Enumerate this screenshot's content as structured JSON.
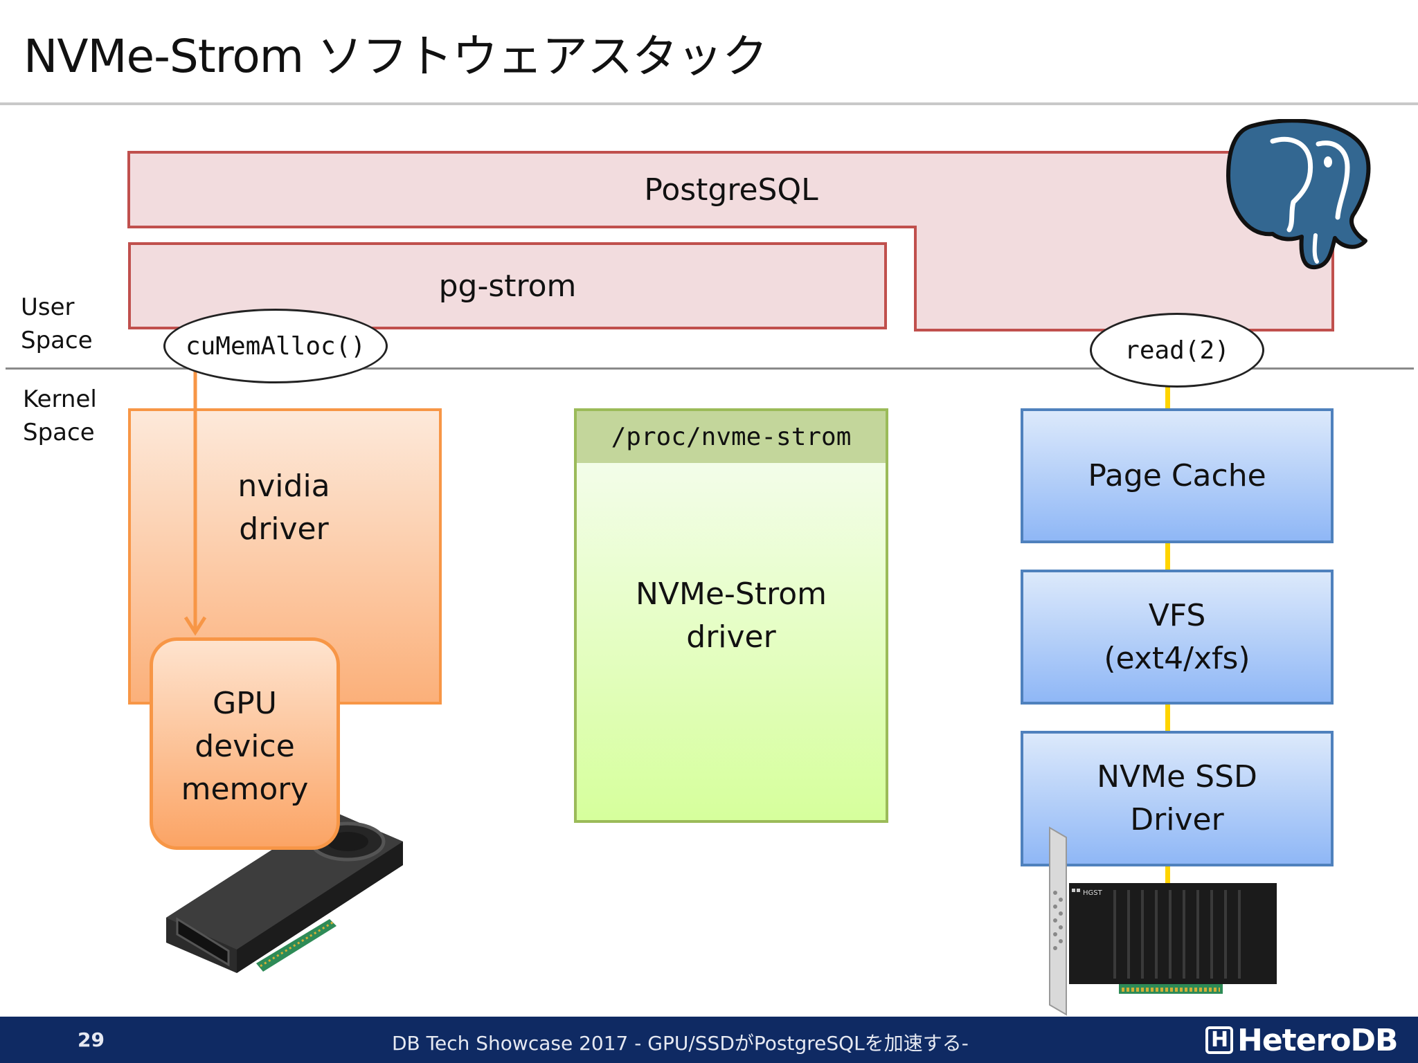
{
  "slide": {
    "title": "NVMe-Strom ソフトウェアスタック",
    "user_space": [
      "User",
      "Space"
    ],
    "kernel_space": [
      "Kernel",
      "Space"
    ]
  },
  "boxes": {
    "postgresql": "PostgreSQL",
    "pg_strom": "pg-strom",
    "nvidia_driver": [
      "nvidia",
      "driver"
    ],
    "gpu_device_memory": [
      "GPU",
      "device",
      "memory"
    ],
    "proc_nvme_strom": "/proc/nvme-strom",
    "nvme_strom_driver": [
      "NVMe-Strom",
      "driver"
    ],
    "page_cache": "Page Cache",
    "vfs": [
      "VFS",
      "(ext4/xfs)"
    ],
    "nvme_ssd_driver": [
      "NVMe SSD",
      "Driver"
    ]
  },
  "calls": {
    "cumemalloc": "cuMemAlloc()",
    "read": "read(2)"
  },
  "icons": {
    "postgresql_logo": "elephant-icon",
    "gpu_card": "gpu-card-icon",
    "ssd_card": "nvme-ssd-card-icon",
    "ssd_card_label": "HGST"
  },
  "colors": {
    "postgres_fill": "#f2dcde",
    "postgres_border": "#c0504d",
    "nvidia_border": "#f79646",
    "nvme_border": "#9bbb59",
    "kernel_blue_border": "#4f81bd",
    "connector_yellow": "#ffd400",
    "footer_bg": "#0f2a63"
  },
  "footer": {
    "page_number": "29",
    "text": "DB Tech Showcase 2017 - GPU/SSDがPostgreSQLを加速する-",
    "brand": "HeteroDB",
    "brand_mark": "H"
  }
}
